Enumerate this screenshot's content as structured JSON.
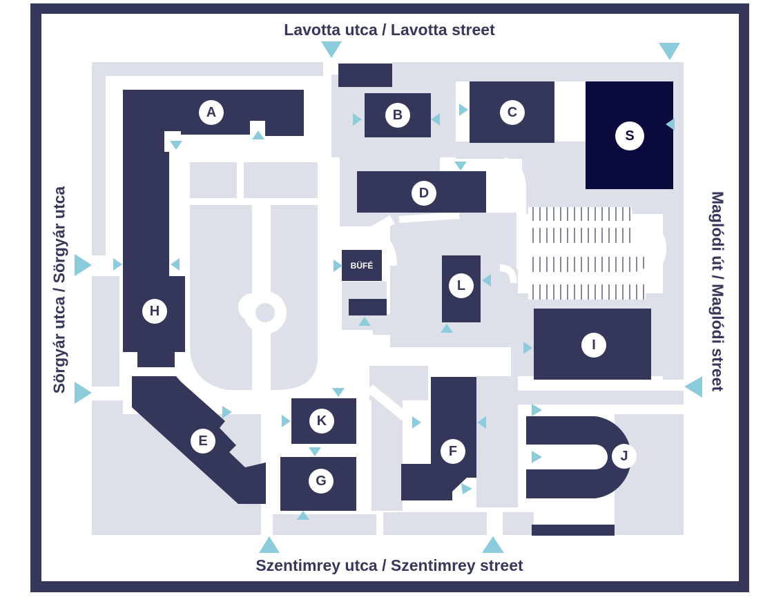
{
  "streets": {
    "top": "Lavotta utca / Lavotta street",
    "bottom": "Szentimrey utca / Szentimrey street",
    "left": "Sörgyár utca / Sörgyár utca",
    "right": "Maglódi út / Maglódi street"
  },
  "buildings": {
    "A": "A",
    "B": "B",
    "C": "C",
    "D": "D",
    "E": "E",
    "F": "F",
    "G": "G",
    "H": "H",
    "I": "I",
    "J": "J",
    "K": "K",
    "L": "L",
    "S": "S"
  },
  "bufe": "BÜFÉ",
  "colors": {
    "frame": "#34375a",
    "building": "#34375a",
    "building_s": "#0a0b3c",
    "ground": "#dde0e8",
    "path": "#ffffff",
    "entrance_arrow": "#8ccbdc",
    "label_circle": "#ffffff",
    "label_text": "#34375a"
  },
  "icons": {
    "entrance": "entrance-arrow-icon",
    "parking": "parking-lot-icon",
    "roundabout": "roundabout-icon"
  }
}
